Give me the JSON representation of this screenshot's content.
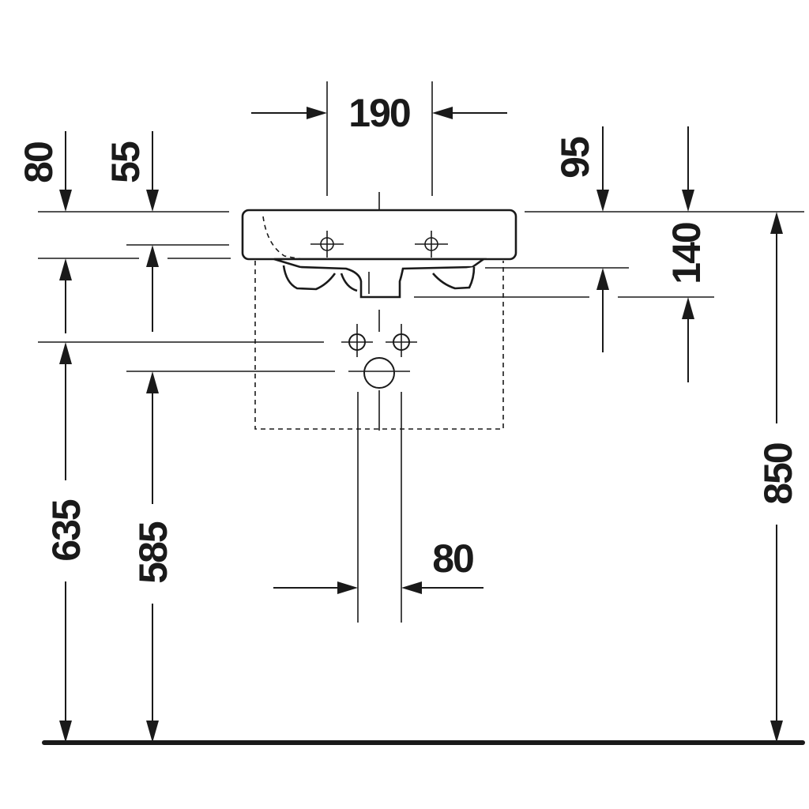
{
  "colors": {
    "ink": "#1a1a1a",
    "background": "#ffffff"
  },
  "dimensions": {
    "top_width": "190",
    "left_depth": "80",
    "left_rim": "55",
    "right_top": "95",
    "right_outlet": "140",
    "tap_height": "635",
    "waste_height": "585",
    "pipe_width": "80",
    "total_height": "850"
  }
}
